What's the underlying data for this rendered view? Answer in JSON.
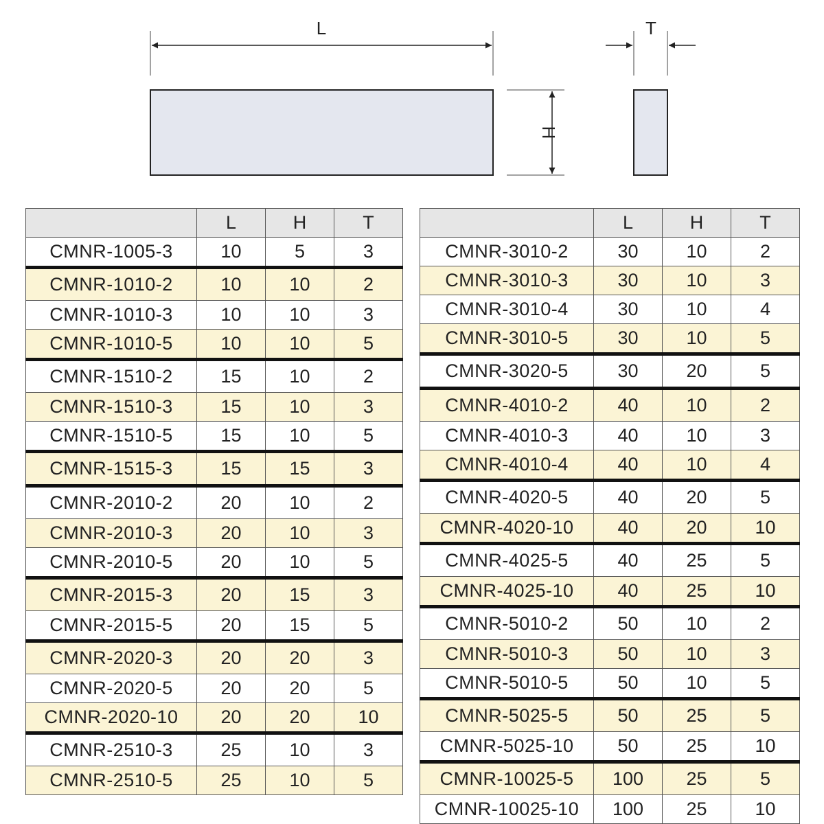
{
  "diagram": {
    "dim_length": "L",
    "dim_height": "H",
    "dim_thickness": "T"
  },
  "columns": [
    "",
    "L",
    "H",
    "T"
  ],
  "table_left": {
    "rows": [
      {
        "model": "CMNR-1005-3",
        "L": "10",
        "H": "5",
        "T": "3",
        "alt": false,
        "sep": false
      },
      {
        "model": "CMNR-1010-2",
        "L": "10",
        "H": "10",
        "T": "2",
        "alt": true,
        "sep": true
      },
      {
        "model": "CMNR-1010-3",
        "L": "10",
        "H": "10",
        "T": "3",
        "alt": false,
        "sep": false
      },
      {
        "model": "CMNR-1010-5",
        "L": "10",
        "H": "10",
        "T": "5",
        "alt": true,
        "sep": false
      },
      {
        "model": "CMNR-1510-2",
        "L": "15",
        "H": "10",
        "T": "2",
        "alt": false,
        "sep": true
      },
      {
        "model": "CMNR-1510-3",
        "L": "15",
        "H": "10",
        "T": "3",
        "alt": true,
        "sep": false
      },
      {
        "model": "CMNR-1510-5",
        "L": "15",
        "H": "10",
        "T": "5",
        "alt": false,
        "sep": false
      },
      {
        "model": "CMNR-1515-3",
        "L": "15",
        "H": "15",
        "T": "3",
        "alt": true,
        "sep": true
      },
      {
        "model": "CMNR-2010-2",
        "L": "20",
        "H": "10",
        "T": "2",
        "alt": false,
        "sep": true
      },
      {
        "model": "CMNR-2010-3",
        "L": "20",
        "H": "10",
        "T": "3",
        "alt": true,
        "sep": false
      },
      {
        "model": "CMNR-2010-5",
        "L": "20",
        "H": "10",
        "T": "5",
        "alt": false,
        "sep": false
      },
      {
        "model": "CMNR-2015-3",
        "L": "20",
        "H": "15",
        "T": "3",
        "alt": true,
        "sep": true
      },
      {
        "model": "CMNR-2015-5",
        "L": "20",
        "H": "15",
        "T": "5",
        "alt": false,
        "sep": false
      },
      {
        "model": "CMNR-2020-3",
        "L": "20",
        "H": "20",
        "T": "3",
        "alt": true,
        "sep": true
      },
      {
        "model": "CMNR-2020-5",
        "L": "20",
        "H": "20",
        "T": "5",
        "alt": false,
        "sep": false
      },
      {
        "model": "CMNR-2020-10",
        "L": "20",
        "H": "20",
        "T": "10",
        "alt": true,
        "sep": false
      },
      {
        "model": "CMNR-2510-3",
        "L": "25",
        "H": "10",
        "T": "3",
        "alt": false,
        "sep": true
      },
      {
        "model": "CMNR-2510-5",
        "L": "25",
        "H": "10",
        "T": "5",
        "alt": true,
        "sep": false
      }
    ]
  },
  "table_right": {
    "rows": [
      {
        "model": "CMNR-3010-2",
        "L": "30",
        "H": "10",
        "T": "2",
        "alt": false,
        "sep": false
      },
      {
        "model": "CMNR-3010-3",
        "L": "30",
        "H": "10",
        "T": "3",
        "alt": true,
        "sep": false
      },
      {
        "model": "CMNR-3010-4",
        "L": "30",
        "H": "10",
        "T": "4",
        "alt": false,
        "sep": false
      },
      {
        "model": "CMNR-3010-5",
        "L": "30",
        "H": "10",
        "T": "5",
        "alt": true,
        "sep": false
      },
      {
        "model": "CMNR-3020-5",
        "L": "30",
        "H": "20",
        "T": "5",
        "alt": false,
        "sep": true
      },
      {
        "model": "CMNR-4010-2",
        "L": "40",
        "H": "10",
        "T": "2",
        "alt": true,
        "sep": true
      },
      {
        "model": "CMNR-4010-3",
        "L": "40",
        "H": "10",
        "T": "3",
        "alt": false,
        "sep": false
      },
      {
        "model": "CMNR-4010-4",
        "L": "40",
        "H": "10",
        "T": "4",
        "alt": true,
        "sep": false
      },
      {
        "model": "CMNR-4020-5",
        "L": "40",
        "H": "20",
        "T": "5",
        "alt": false,
        "sep": true
      },
      {
        "model": "CMNR-4020-10",
        "L": "40",
        "H": "20",
        "T": "10",
        "alt": true,
        "sep": false
      },
      {
        "model": "CMNR-4025-5",
        "L": "40",
        "H": "25",
        "T": "5",
        "alt": false,
        "sep": true
      },
      {
        "model": "CMNR-4025-10",
        "L": "40",
        "H": "25",
        "T": "10",
        "alt": true,
        "sep": false
      },
      {
        "model": "CMNR-5010-2",
        "L": "50",
        "H": "10",
        "T": "2",
        "alt": false,
        "sep": true
      },
      {
        "model": "CMNR-5010-3",
        "L": "50",
        "H": "10",
        "T": "3",
        "alt": true,
        "sep": false
      },
      {
        "model": "CMNR-5010-5",
        "L": "50",
        "H": "10",
        "T": "5",
        "alt": false,
        "sep": false
      },
      {
        "model": "CMNR-5025-5",
        "L": "50",
        "H": "25",
        "T": "5",
        "alt": true,
        "sep": true
      },
      {
        "model": "CMNR-5025-10",
        "L": "50",
        "H": "25",
        "T": "10",
        "alt": false,
        "sep": false
      },
      {
        "model": "CMNR-10025-5",
        "L": "100",
        "H": "25",
        "T": "5",
        "alt": true,
        "sep": true
      },
      {
        "model": "CMNR-10025-10",
        "L": "100",
        "H": "25",
        "T": "10",
        "alt": false,
        "sep": false
      }
    ]
  },
  "colors": {
    "block_fill": "#e4e7ef",
    "row_alt": "#fbf4d5",
    "header_bg": "#e6e6e6",
    "separator": "#111111"
  }
}
